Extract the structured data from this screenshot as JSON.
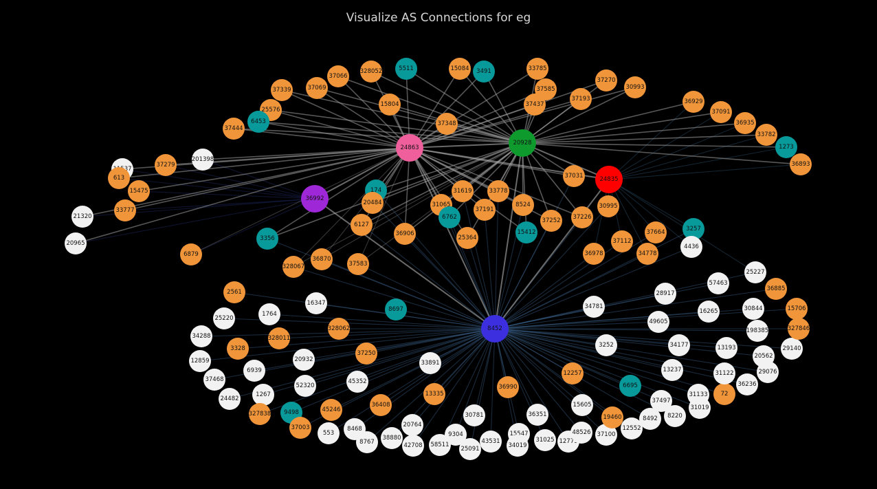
{
  "title": "Visualize AS Connections for eg",
  "colors": {
    "background": "#000000",
    "orange": "#f0953a",
    "teal": "#08999a",
    "white": "#f2f2f2",
    "pink": "#ee5f9c",
    "green": "#0f9a2e",
    "red": "#ff0000",
    "purple": "#9e28d8",
    "blue": "#3c2fe0"
  },
  "nodes": [
    {
      "id": "8452",
      "c": "blue"
    },
    {
      "id": "24863",
      "c": "pink"
    },
    {
      "id": "20928",
      "c": "green"
    },
    {
      "id": "24835",
      "c": "red"
    },
    {
      "id": "36992",
      "c": "purple"
    },
    {
      "id": "37339",
      "c": "orange"
    },
    {
      "id": "37069",
      "c": "orange"
    },
    {
      "id": "37066",
      "c": "orange"
    },
    {
      "id": "328052",
      "c": "orange"
    },
    {
      "id": "5511",
      "c": "teal"
    },
    {
      "id": "15084",
      "c": "orange"
    },
    {
      "id": "3491",
      "c": "teal"
    },
    {
      "id": "33785",
      "c": "orange"
    },
    {
      "id": "37585",
      "c": "orange"
    },
    {
      "id": "37437",
      "c": "orange"
    },
    {
      "id": "37270",
      "c": "orange"
    },
    {
      "id": "30993",
      "c": "orange"
    },
    {
      "id": "37193",
      "c": "orange"
    },
    {
      "id": "25576",
      "c": "orange"
    },
    {
      "id": "6453",
      "c": "teal"
    },
    {
      "id": "37444",
      "c": "orange"
    },
    {
      "id": "15804",
      "c": "orange"
    },
    {
      "id": "37348",
      "c": "orange"
    },
    {
      "id": "36929",
      "c": "orange"
    },
    {
      "id": "37091",
      "c": "orange"
    },
    {
      "id": "36935",
      "c": "orange"
    },
    {
      "id": "33782",
      "c": "orange"
    },
    {
      "id": "1273",
      "c": "teal"
    },
    {
      "id": "36893",
      "c": "orange"
    },
    {
      "id": "201398",
      "c": "white"
    },
    {
      "id": "37279",
      "c": "orange"
    },
    {
      "id": "11537",
      "c": "white"
    },
    {
      "id": "613",
      "c": "orange"
    },
    {
      "id": "15475",
      "c": "orange"
    },
    {
      "id": "33777",
      "c": "orange"
    },
    {
      "id": "21320",
      "c": "white"
    },
    {
      "id": "20965",
      "c": "white"
    },
    {
      "id": "6879",
      "c": "orange"
    },
    {
      "id": "174",
      "c": "teal"
    },
    {
      "id": "20484",
      "c": "orange"
    },
    {
      "id": "31619",
      "c": "orange"
    },
    {
      "id": "33778",
      "c": "orange"
    },
    {
      "id": "37031",
      "c": "orange"
    },
    {
      "id": "31065",
      "c": "orange"
    },
    {
      "id": "6762",
      "c": "teal"
    },
    {
      "id": "37191",
      "c": "orange"
    },
    {
      "id": "8524",
      "c": "orange"
    },
    {
      "id": "30995",
      "c": "orange"
    },
    {
      "id": "37252",
      "c": "orange"
    },
    {
      "id": "37226",
      "c": "orange"
    },
    {
      "id": "6127",
      "c": "orange"
    },
    {
      "id": "36906",
      "c": "orange"
    },
    {
      "id": "25364",
      "c": "orange"
    },
    {
      "id": "15412",
      "c": "teal"
    },
    {
      "id": "3257",
      "c": "teal"
    },
    {
      "id": "37664",
      "c": "orange"
    },
    {
      "id": "4436",
      "c": "white"
    },
    {
      "id": "37112",
      "c": "orange"
    },
    {
      "id": "36978",
      "c": "orange"
    },
    {
      "id": "34778",
      "c": "orange"
    },
    {
      "id": "3356",
      "c": "teal"
    },
    {
      "id": "36870",
      "c": "orange"
    },
    {
      "id": "328067",
      "c": "orange"
    },
    {
      "id": "37583",
      "c": "orange"
    },
    {
      "id": "2561",
      "c": "orange"
    },
    {
      "id": "16347",
      "c": "white"
    },
    {
      "id": "8697",
      "c": "teal"
    },
    {
      "id": "25220",
      "c": "white"
    },
    {
      "id": "1764",
      "c": "white"
    },
    {
      "id": "34288",
      "c": "white"
    },
    {
      "id": "328011",
      "c": "orange"
    },
    {
      "id": "328062",
      "c": "orange"
    },
    {
      "id": "3328",
      "c": "orange"
    },
    {
      "id": "12859",
      "c": "white"
    },
    {
      "id": "20932",
      "c": "white"
    },
    {
      "id": "37250",
      "c": "orange"
    },
    {
      "id": "33891",
      "c": "white"
    },
    {
      "id": "6939",
      "c": "white"
    },
    {
      "id": "37468",
      "c": "white"
    },
    {
      "id": "52320",
      "c": "white"
    },
    {
      "id": "45352",
      "c": "white"
    },
    {
      "id": "24482",
      "c": "white"
    },
    {
      "id": "1267",
      "c": "white"
    },
    {
      "id": "13335",
      "c": "orange"
    },
    {
      "id": "36990",
      "c": "orange"
    },
    {
      "id": "327838",
      "c": "orange"
    },
    {
      "id": "9498",
      "c": "teal"
    },
    {
      "id": "45246",
      "c": "orange"
    },
    {
      "id": "36408",
      "c": "orange"
    },
    {
      "id": "37003",
      "c": "orange"
    },
    {
      "id": "553",
      "c": "white"
    },
    {
      "id": "8468",
      "c": "white"
    },
    {
      "id": "20764",
      "c": "white"
    },
    {
      "id": "30781",
      "c": "white"
    },
    {
      "id": "36351",
      "c": "white"
    },
    {
      "id": "8767",
      "c": "white"
    },
    {
      "id": "38880",
      "c": "white"
    },
    {
      "id": "42708",
      "c": "white"
    },
    {
      "id": "58511",
      "c": "white"
    },
    {
      "id": "9304",
      "c": "white"
    },
    {
      "id": "25091",
      "c": "white"
    },
    {
      "id": "43531",
      "c": "white"
    },
    {
      "id": "15547",
      "c": "white"
    },
    {
      "id": "34019",
      "c": "white"
    },
    {
      "id": "31025",
      "c": "white"
    },
    {
      "id": "12779",
      "c": "white"
    },
    {
      "id": "48526",
      "c": "white"
    },
    {
      "id": "15605",
      "c": "white"
    },
    {
      "id": "37100",
      "c": "white"
    },
    {
      "id": "19460",
      "c": "orange"
    },
    {
      "id": "12552",
      "c": "white"
    },
    {
      "id": "8492",
      "c": "white"
    },
    {
      "id": "8220",
      "c": "white"
    },
    {
      "id": "12257",
      "c": "orange"
    },
    {
      "id": "6695",
      "c": "teal"
    },
    {
      "id": "37497",
      "c": "white"
    },
    {
      "id": "31133",
      "c": "white"
    },
    {
      "id": "31019",
      "c": "white"
    },
    {
      "id": "72",
      "c": "orange"
    },
    {
      "id": "31122",
      "c": "white"
    },
    {
      "id": "36236",
      "c": "white"
    },
    {
      "id": "29076",
      "c": "white"
    },
    {
      "id": "13237",
      "c": "white"
    },
    {
      "id": "3252",
      "c": "white"
    },
    {
      "id": "34177",
      "c": "white"
    },
    {
      "id": "13193",
      "c": "white"
    },
    {
      "id": "20562",
      "c": "white"
    },
    {
      "id": "29140",
      "c": "white"
    },
    {
      "id": "34781",
      "c": "white"
    },
    {
      "id": "49605",
      "c": "white"
    },
    {
      "id": "28917",
      "c": "white"
    },
    {
      "id": "16265",
      "c": "white"
    },
    {
      "id": "57463",
      "c": "white"
    },
    {
      "id": "30844",
      "c": "white"
    },
    {
      "id": "198385",
      "c": "white"
    },
    {
      "id": "25227",
      "c": "white"
    },
    {
      "id": "36885",
      "c": "orange"
    },
    {
      "id": "15706",
      "c": "orange"
    },
    {
      "id": "327846",
      "c": "orange"
    }
  ]
}
